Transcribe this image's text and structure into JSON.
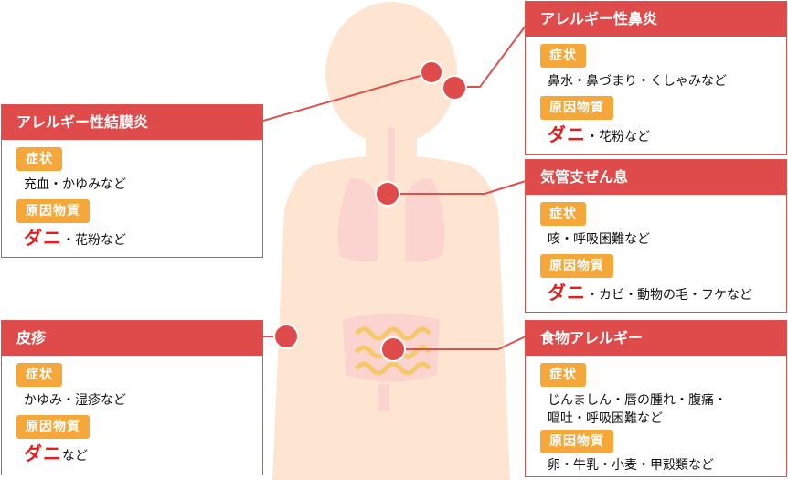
{
  "colors": {
    "header": "#df4b4b",
    "tag": "#f5a73a",
    "mite": "#e02020",
    "body_silhouette": "#fde5d2",
    "connector": "#d9534f"
  },
  "cards": {
    "conjunctivitis": {
      "title": "アレルギー性結膜炎",
      "symptom_label": "症状",
      "symptom": "充血・かゆみなど",
      "cause_label": "原因物質",
      "cause_main": "ダニ",
      "cause_rest": "・花粉など"
    },
    "rhinitis": {
      "title": "アレルギー性鼻炎",
      "symptom_label": "症状",
      "symptom": "鼻水・鼻づまり・くしゃみなど",
      "cause_label": "原因物質",
      "cause_main": "ダニ",
      "cause_rest": "・花粉など"
    },
    "asthma": {
      "title": "気管支ぜん息",
      "symptom_label": "症状",
      "symptom": "咳・呼吸困難など",
      "cause_label": "原因物質",
      "cause_main": "ダニ",
      "cause_rest": "・カビ・動物の毛・フケなど"
    },
    "eczema": {
      "title": "皮疹",
      "symptom_label": "症状",
      "symptom": "かゆみ・湿疹など",
      "cause_label": "原因物質",
      "cause_main": "ダニ",
      "cause_rest": "など"
    },
    "food": {
      "title": "食物アレルギー",
      "symptom_label": "症状",
      "symptom_line1": "じんましん・唇の腫れ・腹痛・",
      "symptom_line2": "嘔吐・呼吸困難など",
      "cause_label": "原因物質",
      "cause_text": "卵・牛乳・小麦・甲殻類など"
    }
  }
}
